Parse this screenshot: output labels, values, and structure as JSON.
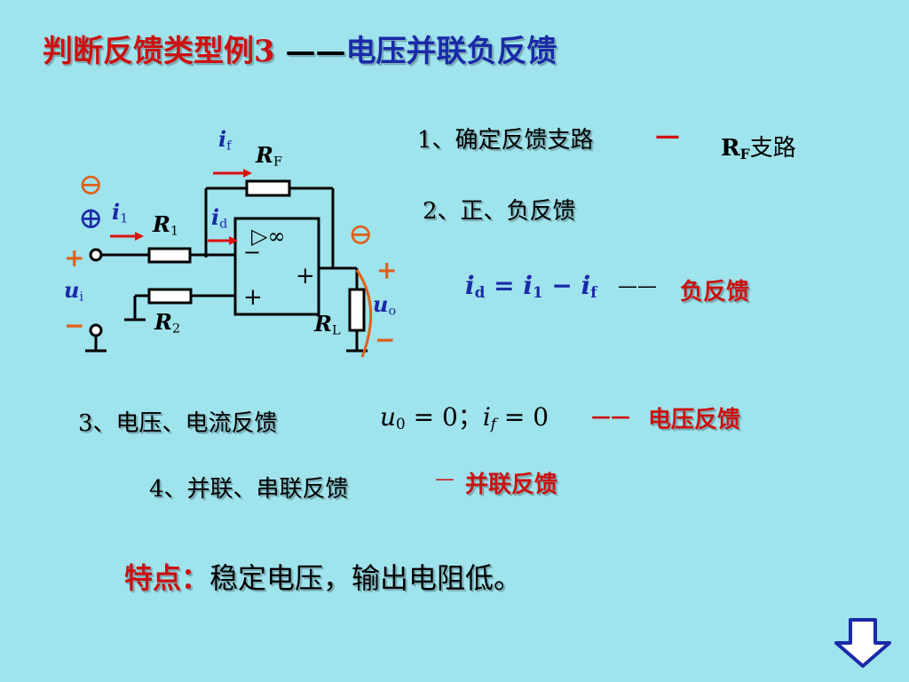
{
  "title": {
    "part1": "判断反馈类型例3",
    "dash": "——",
    "part2": "电压并联负反馈"
  },
  "circuit": {
    "i_f": "i",
    "i_f_sub": "f",
    "RF": "R",
    "RF_sub": "F",
    "i1": "i",
    "i1_sub": "1",
    "R1": "R",
    "R1_sub": "1",
    "id": "i",
    "id_sub": "d",
    "opamp_symbol": "▷∞",
    "opamp_minus": "−",
    "opamp_plus_out": "+",
    "opamp_plus_in": "+",
    "ui": "u",
    "ui_sub": "i",
    "ui_plus": "+",
    "ui_minus": "−",
    "R2": "R",
    "R2_sub": "2",
    "RL": "R",
    "RL_sub": "L",
    "uo": "u",
    "uo_sub": "o",
    "uo_plus": "+",
    "uo_minus": "−",
    "minus_circle": "⊖",
    "plus_circle": "⊕",
    "minus_circle_right": "⊖"
  },
  "steps": {
    "s1": "1、确定反馈支路",
    "s1_dash": "—",
    "s1_result_R": "R",
    "s1_result_sub": "F",
    "s1_result_text": "支路",
    "s2": "2、正、负反馈",
    "s2_eq_id": "i",
    "s2_eq_id_sub": "d",
    "s2_eq_mid": " = ",
    "s2_eq_i1": "i",
    "s2_eq_i1_sub": "1",
    "s2_eq_minus": " − ",
    "s2_eq_if": "i",
    "s2_eq_if_sub": "f",
    "s2_dash": "——",
    "s2_result": "负反馈",
    "s3": "3、电压、电流反馈",
    "s3_eq_u": "u",
    "s3_eq_u_sub": "0",
    "s3_eq_rest": " = 0；",
    "s3_eq_i": "i",
    "s3_eq_i_sub": "f",
    "s3_eq_rest2": " = 0",
    "s3_dash": "——",
    "s3_result": "电压反馈",
    "s4": "4、并联、串联反馈",
    "s4_dash": "—",
    "s4_result": "并联反馈"
  },
  "feature": {
    "label": "特点：",
    "text": "稳定电压，输出电阻低。"
  },
  "nav": {
    "down_icon": "down-arrow-icon"
  },
  "colors": {
    "background": "#9fe3ec",
    "red": "#cc1111",
    "blue": "#1a2aa8",
    "orange": "#e0601a"
  }
}
